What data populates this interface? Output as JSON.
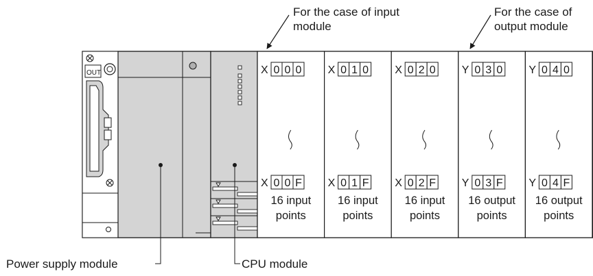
{
  "callouts": {
    "input_case": [
      "For the case of input",
      "module"
    ],
    "output_case": [
      "For the case of",
      "output module"
    ]
  },
  "labels": {
    "power_supply": "Power supply module",
    "cpu": "CPU module",
    "out_marking": "OUT"
  },
  "slots": [
    {
      "prefix": "X",
      "first": [
        "0",
        "0",
        "0"
      ],
      "last": [
        "0",
        "0",
        "F"
      ],
      "points_line1": "16 input",
      "points_line2": "points"
    },
    {
      "prefix": "X",
      "first": [
        "0",
        "1",
        "0"
      ],
      "last": [
        "0",
        "1",
        "F"
      ],
      "points_line1": "16 input",
      "points_line2": "points"
    },
    {
      "prefix": "X",
      "first": [
        "0",
        "2",
        "0"
      ],
      "last": [
        "0",
        "2",
        "F"
      ],
      "points_line1": "16 input",
      "points_line2": "points"
    },
    {
      "prefix": "Y",
      "first": [
        "0",
        "3",
        "0"
      ],
      "last": [
        "0",
        "3",
        "F"
      ],
      "points_line1": "16 output",
      "points_line2": "points"
    },
    {
      "prefix": "Y",
      "first": [
        "0",
        "4",
        "0"
      ],
      "last": [
        "0",
        "4",
        "F"
      ],
      "points_line1": "16 output",
      "points_line2": "points"
    }
  ],
  "colors": {
    "module_gray": "#d4d4d4",
    "line": "#1a1a1a"
  }
}
